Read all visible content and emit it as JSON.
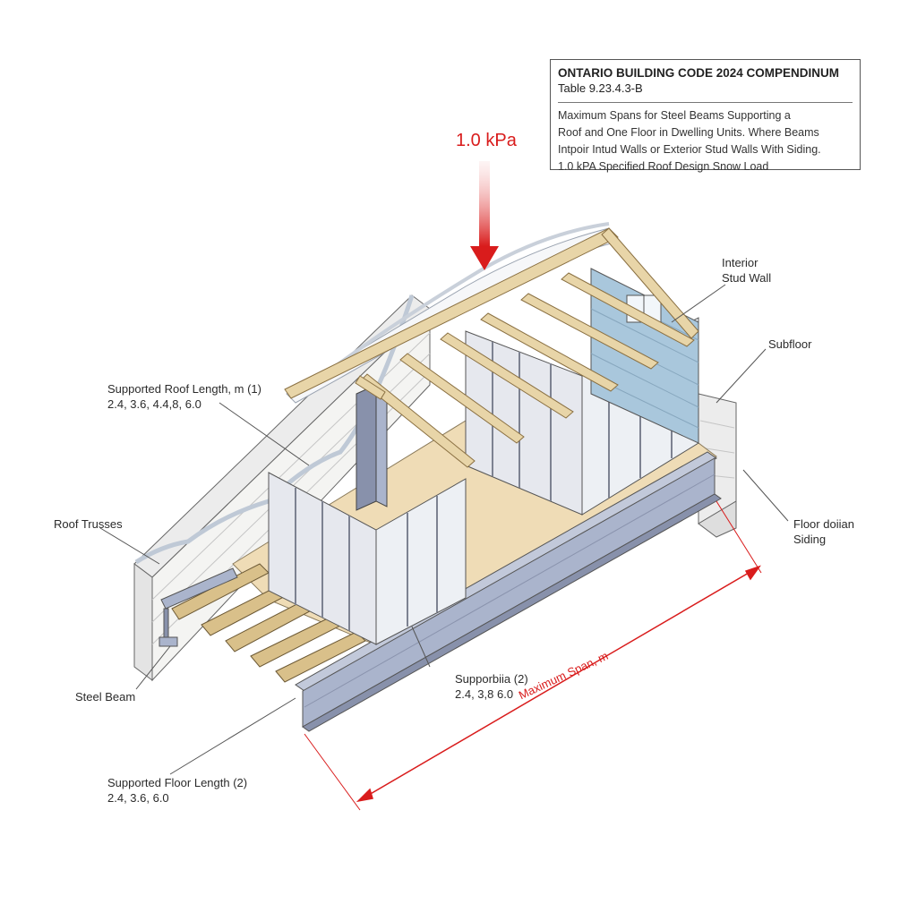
{
  "title_box": {
    "heading": "ONTARIO BUILDING CODE 2024 COMPENDINUM",
    "table_id": "Table 9.23.4.3-B",
    "description_lines": [
      "Maximum Spans for Steel Beams Supporting a",
      "Roof and One Floor in Dwelling Units. Where Beams",
      "Intpoir Intud Walls or Exterior Stud Walls With Siding.",
      "1.0 kPA Specified Roof Design Snow Load"
    ]
  },
  "load": {
    "label": "1.0 kPa",
    "color": "#d91c1c"
  },
  "labels": {
    "supported_roof_length": {
      "line1": "Supported Roof Length, m (1)",
      "line2": "2.4, 3.6, 4.4,8, 6.0"
    },
    "roof_trusses": "Roof Trusses",
    "steel_beam": "Steel Beam",
    "supported_floor_length": {
      "line1": "Supported Floor Length (2)",
      "line2": "2.4, 3.6, 6.0"
    },
    "supporbiia": {
      "line1": "Supporbiia (2)",
      "line2": "2.4, 3,8 6.0"
    },
    "interior_stud_wall": {
      "line1": "Interior",
      "line2": "Stud Wall"
    },
    "subfloor": "Subfloor",
    "floor_siding": {
      "line1": "Floor doiian",
      "line2": "Siding"
    },
    "maximum_span": "Maximum Span, m"
  },
  "colors": {
    "steel": "#aab4cc",
    "steel_dark": "#8891ab",
    "timber": "#e8d5a8",
    "plywood": "#efdcb6",
    "masonry": "#f2f2f0",
    "siding": "#a9c7dc",
    "stud": "#e6e8ee",
    "accent_red": "#d91c1c"
  }
}
